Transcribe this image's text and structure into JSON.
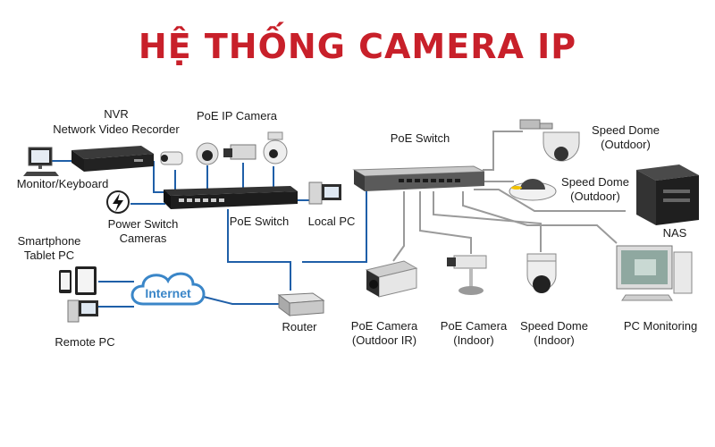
{
  "title": "HỆ THỐNG CAMERA IP",
  "cloud_label": "Internet",
  "labels": {
    "nvr_line1": "NVR",
    "nvr_line2": "Network Video Recorder",
    "poe_ip_camera": "PoE IP Camera",
    "monitor_keyboard": "Monitor/Keyboard",
    "power_switch_line1": "Power Switch",
    "power_switch_line2": "Cameras",
    "poe_switch_left": "PoE Switch",
    "local_pc": "Local PC",
    "smartphone_line1": "Smartphone",
    "smartphone_line2": "Tablet PC",
    "remote_pc": "Remote PC",
    "router": "Router",
    "poe_switch_right": "PoE Switch",
    "speed_dome_outdoor_1_line1": "Speed Dome",
    "speed_dome_outdoor_1_line2": "(Outdoor)",
    "speed_dome_outdoor_2_line1": "Speed Dome",
    "speed_dome_outdoor_2_line2": "(Outdoor)",
    "nas": "NAS",
    "poe_camera_outdoor_line1": "PoE Camera",
    "poe_camera_outdoor_line2": "(Outdoor IR)",
    "poe_camera_indoor_line1": "PoE Camera",
    "poe_camera_indoor_line2": "(Indoor)",
    "speed_dome_indoor_line1": "Speed Dome",
    "speed_dome_indoor_line2": "(Indoor)",
    "pc_monitoring": "PC Monitoring"
  },
  "colors": {
    "title": "#c8202a",
    "link_blue": "#1f5fa8",
    "link_gray": "#9a9a9a",
    "cloud": "#3a86c8"
  }
}
